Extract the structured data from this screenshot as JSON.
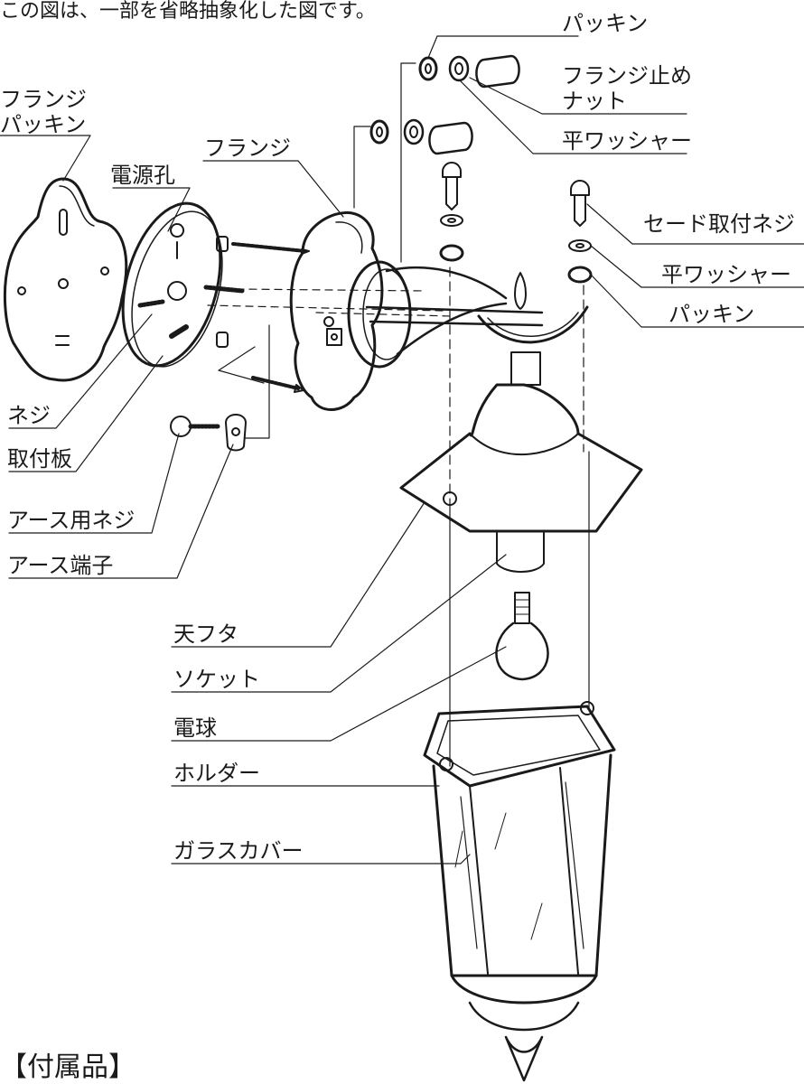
{
  "note": "この図は、一部を省略抽象化した図です。",
  "footer": "【付属品】",
  "labels": {
    "flange_packing": [
      "フランジ",
      "パッキン"
    ],
    "power_hole": "電源孔",
    "flange": "フランジ",
    "screw": "ネジ",
    "mounting_plate": "取付板",
    "earth_screw": "アース用ネジ",
    "earth_terminal": "アース端子",
    "packing_top": "パッキン",
    "flange_nut": [
      "フランジ止め",
      "ナット"
    ],
    "flat_washer_top": "平ワッシャー",
    "shade_screw": "セード取付ネジ",
    "flat_washer_right": "平ワッシャー",
    "packing_right": "パッキン",
    "top_cover": "天フタ",
    "socket": "ソケット",
    "bulb": "電球",
    "holder": "ホルダー",
    "glass_cover": "ガラスカバー"
  }
}
